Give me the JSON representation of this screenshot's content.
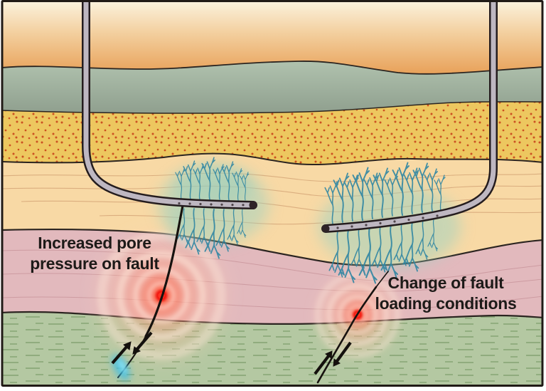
{
  "diagram": {
    "type": "geological cross-section of induced seismicity near hydraulic fracturing wells",
    "annotations": {
      "left": {
        "line1": "Increased pore",
        "line2": "pressure on fault"
      },
      "right": {
        "line1": "Change of fault",
        "line2": "loading conditions"
      }
    },
    "palette": {
      "surface_gradient_top": "#fbf3df",
      "surface_gradient_bottom": "#e8a159",
      "caprock_green": "#a9bda8",
      "sandstone_yellow": "#edc75f",
      "sandstone_dot_red": "#c8431a",
      "shale_tan": "#f8d9a5",
      "deep_pink": "#e2b9bd",
      "basement_green": "#b4c8a2",
      "well_casing_gray": "#beb7c1",
      "well_outline": "#241c1e",
      "fracture_blue": "#2f86a3",
      "fracture_glow": "#9ad2c2",
      "seismic_red": "#f2120c",
      "fault_black": "#17120f",
      "pressure_glow_blue": "#37bde8"
    }
  }
}
